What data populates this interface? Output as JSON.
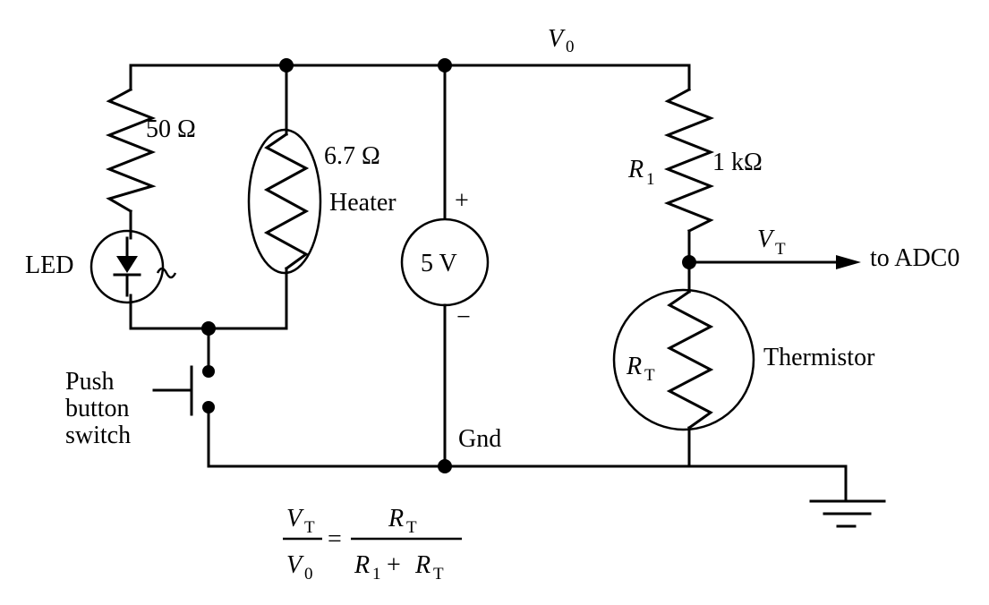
{
  "labels": {
    "v0_symbol": "V",
    "v0_sub": "0",
    "r50": "50 Ω",
    "r_heater": "6.7 Ω",
    "heater": "Heater",
    "led": "LED",
    "r1_symbol": "R",
    "r1_sub": "1",
    "r1_value": "1 kΩ",
    "vt_symbol": "V",
    "vt_sub": "T",
    "to_adc": "to ADC0",
    "source_value": "5 V",
    "plus": "+",
    "minus": "−",
    "rt_symbol": "R",
    "rt_sub": "T",
    "thermistor": "Thermistor",
    "push_line1": "Push",
    "push_line2": "button",
    "push_line3": "switch",
    "gnd": "Gnd"
  },
  "formula": {
    "eq": "=",
    "plus": "+"
  }
}
